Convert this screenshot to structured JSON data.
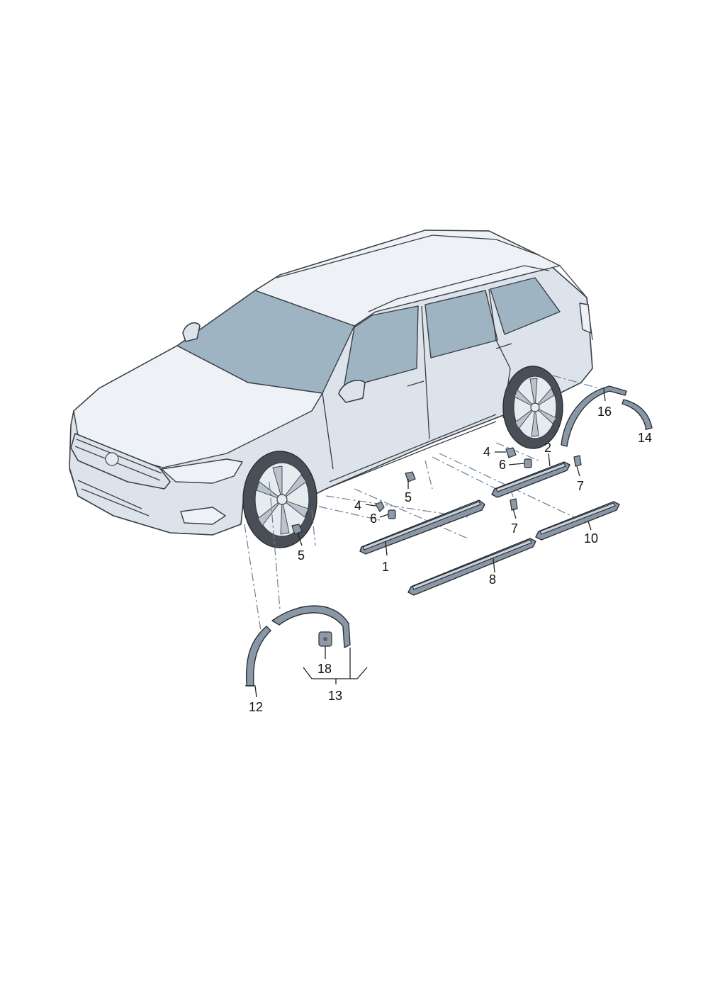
{
  "callouts": {
    "c1": "1",
    "c2": "2",
    "c4a": "4",
    "c4b": "4",
    "c5a": "5",
    "c5b": "5",
    "c6a": "6",
    "c6b": "6",
    "c7a": "7",
    "c7b": "7",
    "c8": "8",
    "c10": "10",
    "c12": "12",
    "c13": "13",
    "c14": "14",
    "c16": "16",
    "c18": "18"
  }
}
